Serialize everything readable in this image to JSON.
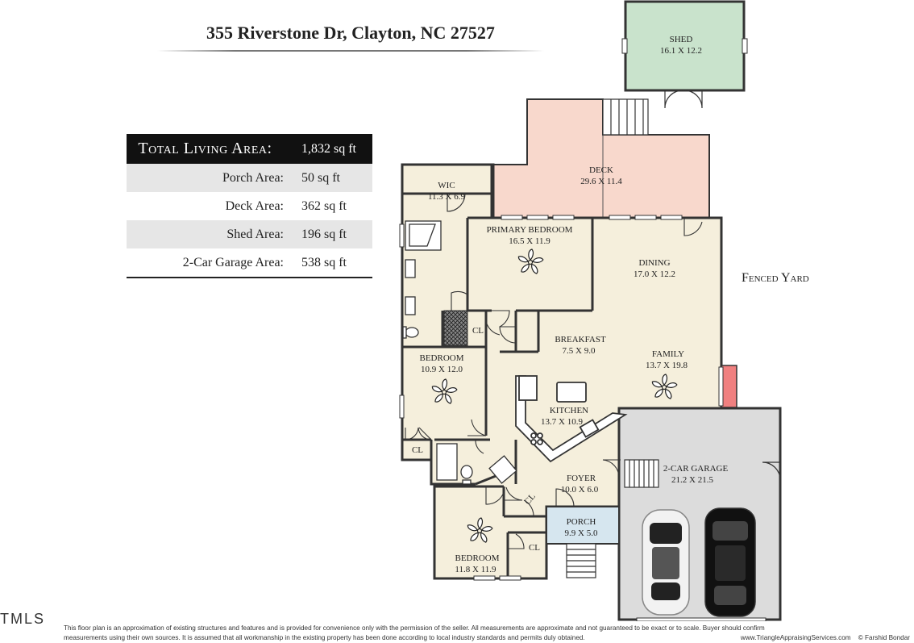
{
  "header": {
    "address": "355 Riverstone Dr, Clayton, NC 27527"
  },
  "area_table": {
    "rows": [
      {
        "label": "Total Living Area:",
        "value": "1,832 sq ft"
      },
      {
        "label": "Porch Area:",
        "value": "50 sq ft"
      },
      {
        "label": "Deck Area:",
        "value": "362 sq ft"
      },
      {
        "label": "Shed Area:",
        "value": "196 sq ft"
      },
      {
        "label": "2-Car Garage Area:",
        "value": "538 sq ft"
      }
    ]
  },
  "rooms": {
    "shed": {
      "name": "SHED",
      "dims": "16.1 X 12.2"
    },
    "deck": {
      "name": "DECK",
      "dims": "29.6 X 11.4"
    },
    "wic": {
      "name": "WIC",
      "dims": "11.3 X 6.9"
    },
    "primary_bedroom": {
      "name": "PRIMARY BEDROOM",
      "dims": "16.5 X 11.9"
    },
    "dining": {
      "name": "DINING",
      "dims": "17.0 X 12.2"
    },
    "breakfast": {
      "name": "BREAKFAST",
      "dims": "7.5 X 9.0"
    },
    "family": {
      "name": "FAMILY",
      "dims": "13.7 X 19.8"
    },
    "bedroom_2": {
      "name": "BEDROOM",
      "dims": "10.9 X 12.0"
    },
    "kitchen": {
      "name": "KITCHEN",
      "dims": "13.7 X 10.9"
    },
    "foyer": {
      "name": "FOYER",
      "dims": "10.0 X 6.0"
    },
    "garage": {
      "name": "2-CAR GARAGE",
      "dims": "21.2 X 21.5"
    },
    "porch": {
      "name": "PORCH",
      "dims": "9.9 X 5.0"
    },
    "bedroom_3": {
      "name": "BEDROOM",
      "dims": "11.8 X 11.9"
    },
    "closet_label": "CL"
  },
  "yard_label": "Fenced Yard",
  "footer": {
    "brand": "TMLS",
    "disclaimer_line1": "This floor plan is an approximation of existing structures and features and is provided for convenience only with the permission of the seller.  All measurements are approximate and not guaranteed to be exact or to scale.  Buyer should confirm",
    "disclaimer_line2": "measurements using their own sources.  It is assumed that all workmanship in the existing property has been done according to local industry standards and permits duly obtained.",
    "website": "www.TriangleAppraisingServices.com",
    "copyright": "© Farshid Bondar"
  },
  "colors": {
    "floor": "#f5efdc",
    "deck": "#f8d8cc",
    "shed": "#c9e3cc",
    "garage": "#dcdcdc",
    "porch": "#d6e6ef",
    "fireplace": "#f08080"
  }
}
